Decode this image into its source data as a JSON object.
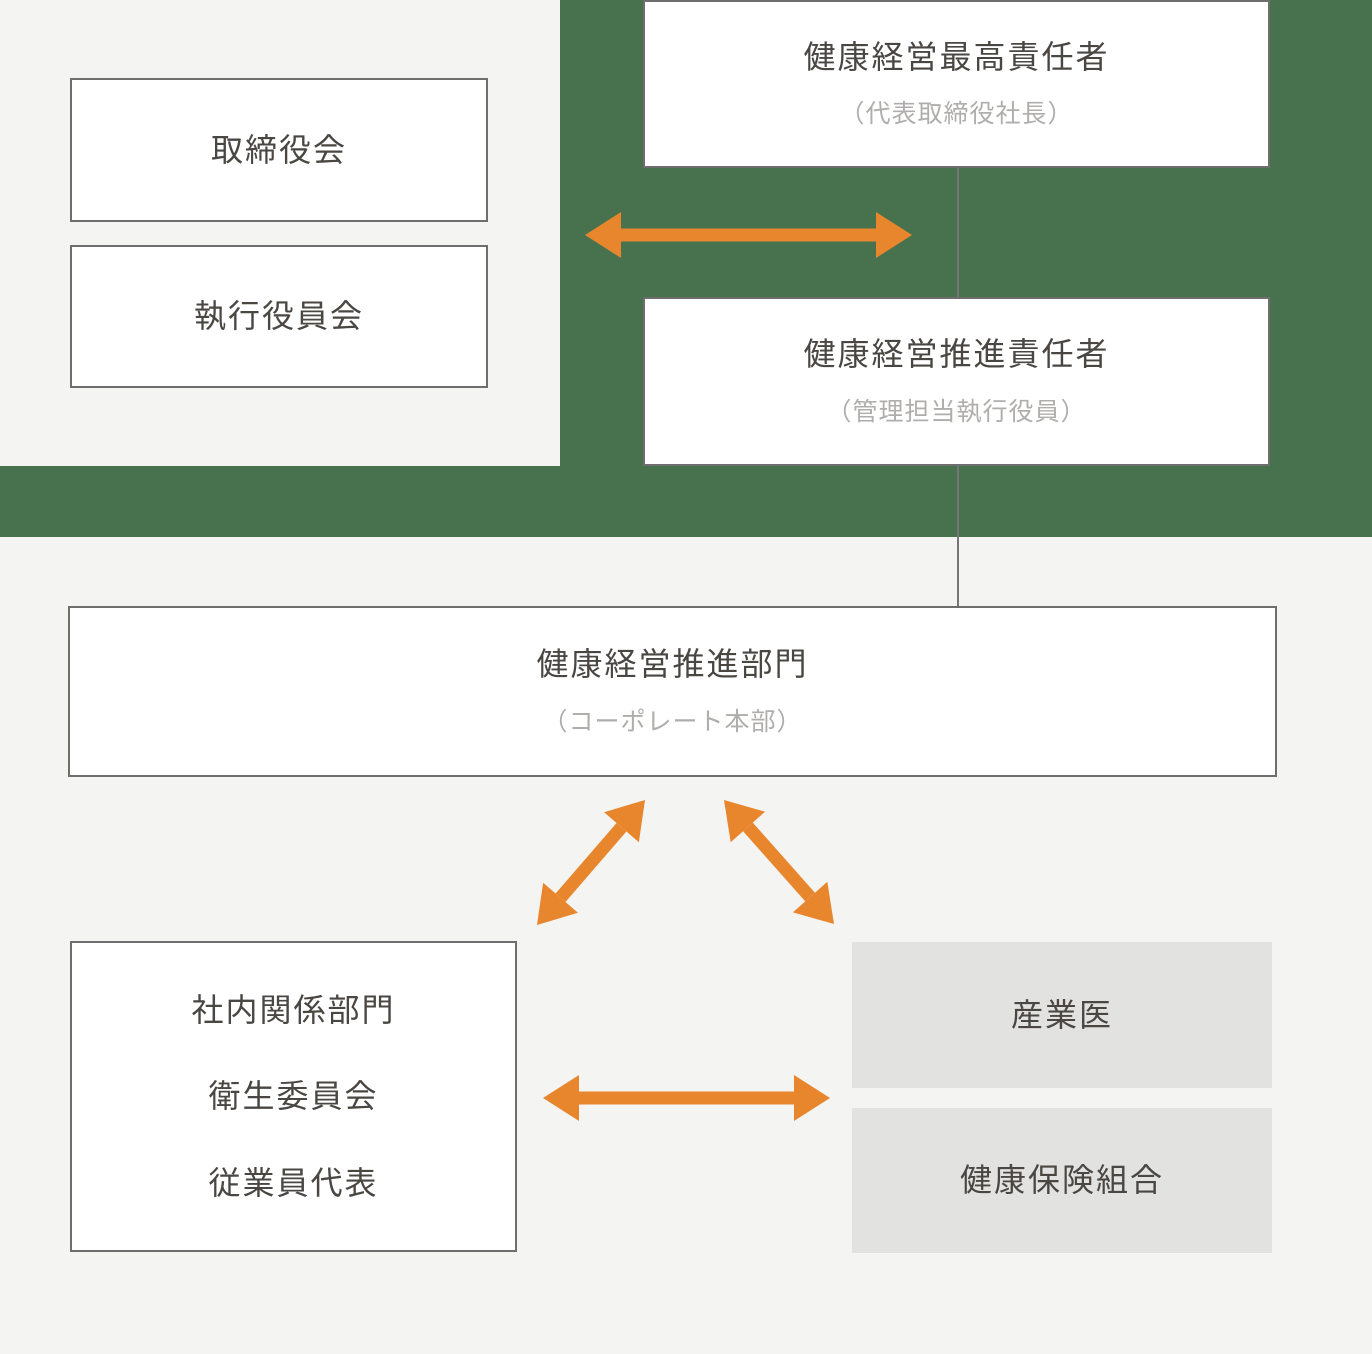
{
  "diagram_type": "org-chart",
  "colors": {
    "background": "#f4f4f2",
    "green_backdrop": "#48714e",
    "arrow_orange": "#e8862e",
    "box_border_gray": "#6e6e6e",
    "connector_gray": "#757575",
    "gray_box_fill": "#e2e2e0",
    "label_text": "#4a4743",
    "sublabel_text": "#b0aeac"
  },
  "nodes": {
    "board": {
      "label": "取締役会"
    },
    "executive": {
      "label": "執行役員会"
    },
    "chief": {
      "label": "健康経営最高責任者",
      "sublabel": "（代表取締役社長）"
    },
    "promotion_officer": {
      "label": "健康経営推進責任者",
      "sublabel": "（管理担当執行役員）"
    },
    "promotion_dept": {
      "label": "健康経営推進部門",
      "sublabel": "（コーポレート本部）"
    },
    "internal": {
      "lines": [
        "社内関係部門",
        "衛生委員会",
        "従業員代表"
      ]
    },
    "industrial_physician": {
      "label": "産業医"
    },
    "health_insurance": {
      "label": "健康保険組合"
    }
  },
  "connections": [
    {
      "type": "double-arrow",
      "between": [
        "board / executive",
        "chief / promotion_officer"
      ]
    },
    {
      "type": "plain-line",
      "between": [
        "chief",
        "promotion_officer"
      ]
    },
    {
      "type": "plain-line",
      "between": [
        "promotion_officer",
        "promotion_dept"
      ]
    },
    {
      "type": "double-arrow",
      "between": [
        "promotion_dept",
        "internal"
      ]
    },
    {
      "type": "double-arrow",
      "between": [
        "promotion_dept",
        "industrial_physician"
      ]
    },
    {
      "type": "double-arrow",
      "between": [
        "internal",
        "industrial_physician / health_insurance"
      ]
    }
  ]
}
